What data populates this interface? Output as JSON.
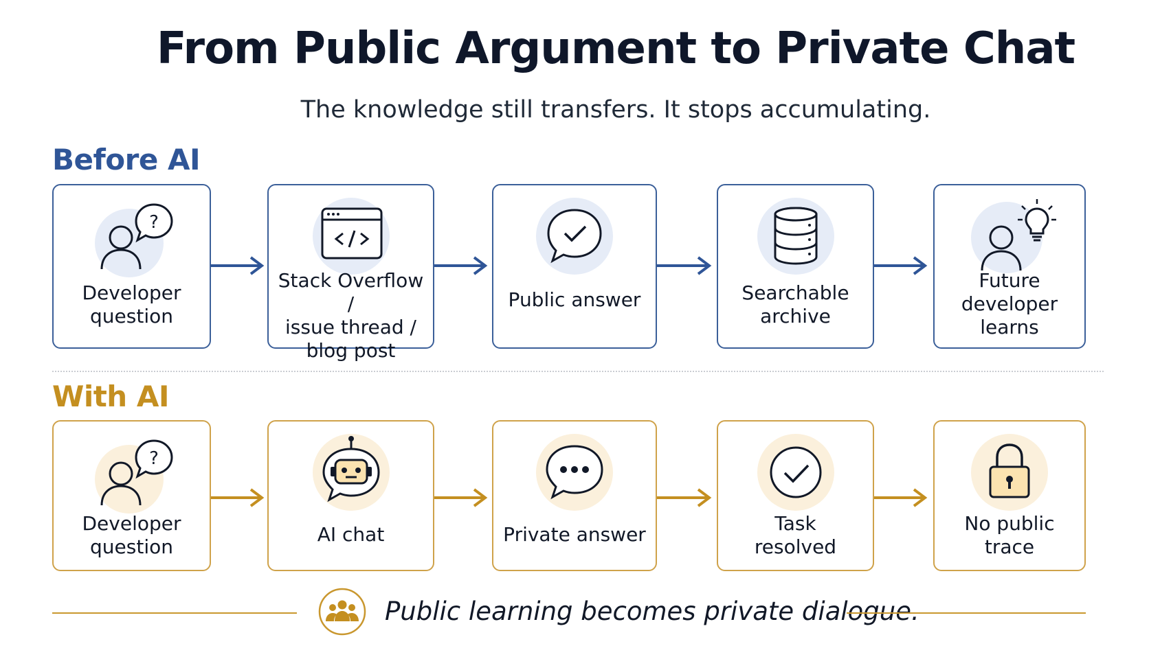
{
  "title": "From Public Argument to Private Chat",
  "subtitle": "The knowledge still transfers. It stops accumulating.",
  "colors": {
    "before_accent": "#2f5597",
    "before_border": "#3b5f99",
    "before_icon_bg": "#e6ecf7",
    "with_accent": "#c48f20",
    "with_border": "#cfa24a",
    "with_icon_bg": "#fbf0dc",
    "icon_stroke": "#111827"
  },
  "before": {
    "label": "Before AI",
    "steps": [
      {
        "line1": "Developer",
        "line2": "question",
        "line3": "",
        "icon": "person-question-icon"
      },
      {
        "line1": "Stack Overflow /",
        "line2": "issue thread /",
        "line3": "blog post",
        "icon": "code-window-icon"
      },
      {
        "line1": "Public answer",
        "line2": "",
        "line3": "",
        "icon": "speech-check-icon"
      },
      {
        "line1": "Searchable",
        "line2": "archive",
        "line3": "",
        "icon": "database-icon"
      },
      {
        "line1": "Future",
        "line2": "developer",
        "line3": "learns",
        "icon": "person-lightbulb-icon"
      }
    ]
  },
  "with": {
    "label": "With AI",
    "steps": [
      {
        "line1": "Developer",
        "line2": "question",
        "icon": "person-question-icon"
      },
      {
        "line1": "AI chat",
        "line2": "",
        "icon": "robot-chat-icon"
      },
      {
        "line1": "Private answer",
        "line2": "",
        "icon": "speech-dots-icon"
      },
      {
        "line1": "Task",
        "line2": "resolved",
        "icon": "check-circle-icon"
      },
      {
        "line1": "No public",
        "line2": "trace",
        "icon": "padlock-icon"
      }
    ]
  },
  "footer": {
    "text": "Public learning becomes private dialogue.",
    "icon": "group-people-icon"
  }
}
